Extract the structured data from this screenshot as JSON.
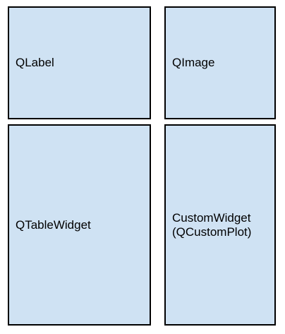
{
  "boxes": {
    "qlabel": {
      "label": "QLabel"
    },
    "qimage": {
      "label": "QImage"
    },
    "qtablewidget": {
      "label": "QTableWidget"
    },
    "customwidget": {
      "label": "CustomWidget\n(QCustomPlot)"
    }
  },
  "colors": {
    "box_fill": "#cfe2f3",
    "box_border": "#000000",
    "background": "#ffffff"
  }
}
